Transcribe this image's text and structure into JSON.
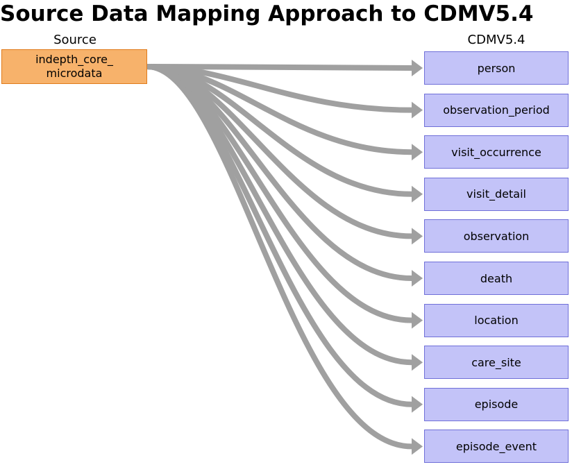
{
  "title": "Source Data Mapping Approach to CDMV5.4",
  "source": {
    "column_label": "Source",
    "table": "indepth_core_\nmicrodata"
  },
  "target": {
    "column_label": "CDMV5.4",
    "tables": [
      "person",
      "observation_period",
      "visit_occurrence",
      "visit_detail",
      "observation",
      "death",
      "location",
      "care_site",
      "episode",
      "episode_event"
    ]
  },
  "colors": {
    "source_fill": "#f7b26b",
    "source_border": "#e07a1a",
    "target_fill": "#c3c3f8",
    "target_border": "#6f6fd8",
    "arrow": "#a0a0a0"
  }
}
